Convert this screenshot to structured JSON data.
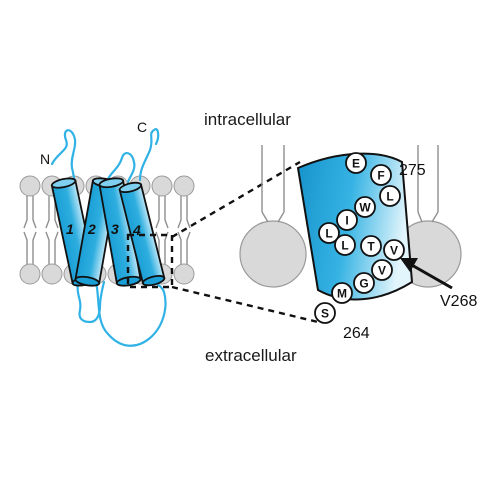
{
  "labels": {
    "intracellular": "intracellular",
    "extracellular": "extracellular",
    "n_terminus": "N",
    "c_terminus": "C"
  },
  "helices": [
    "1",
    "2",
    "3",
    "4"
  ],
  "residues": [
    "E",
    "F",
    "L",
    "W",
    "I",
    "L",
    "L",
    "T",
    "V",
    "V",
    "G",
    "M",
    "S"
  ],
  "annotations": {
    "top_residue_number": "275",
    "bottom_residue_number": "264",
    "arrow_label": "V268"
  },
  "colors": {
    "helix_dark": "#1a9fd6",
    "helix_light": "#d6f0fa",
    "loop": "#31b2e6",
    "lipid_fill": "#d9d9d9",
    "lipid_stroke": "#8f8f8f"
  }
}
